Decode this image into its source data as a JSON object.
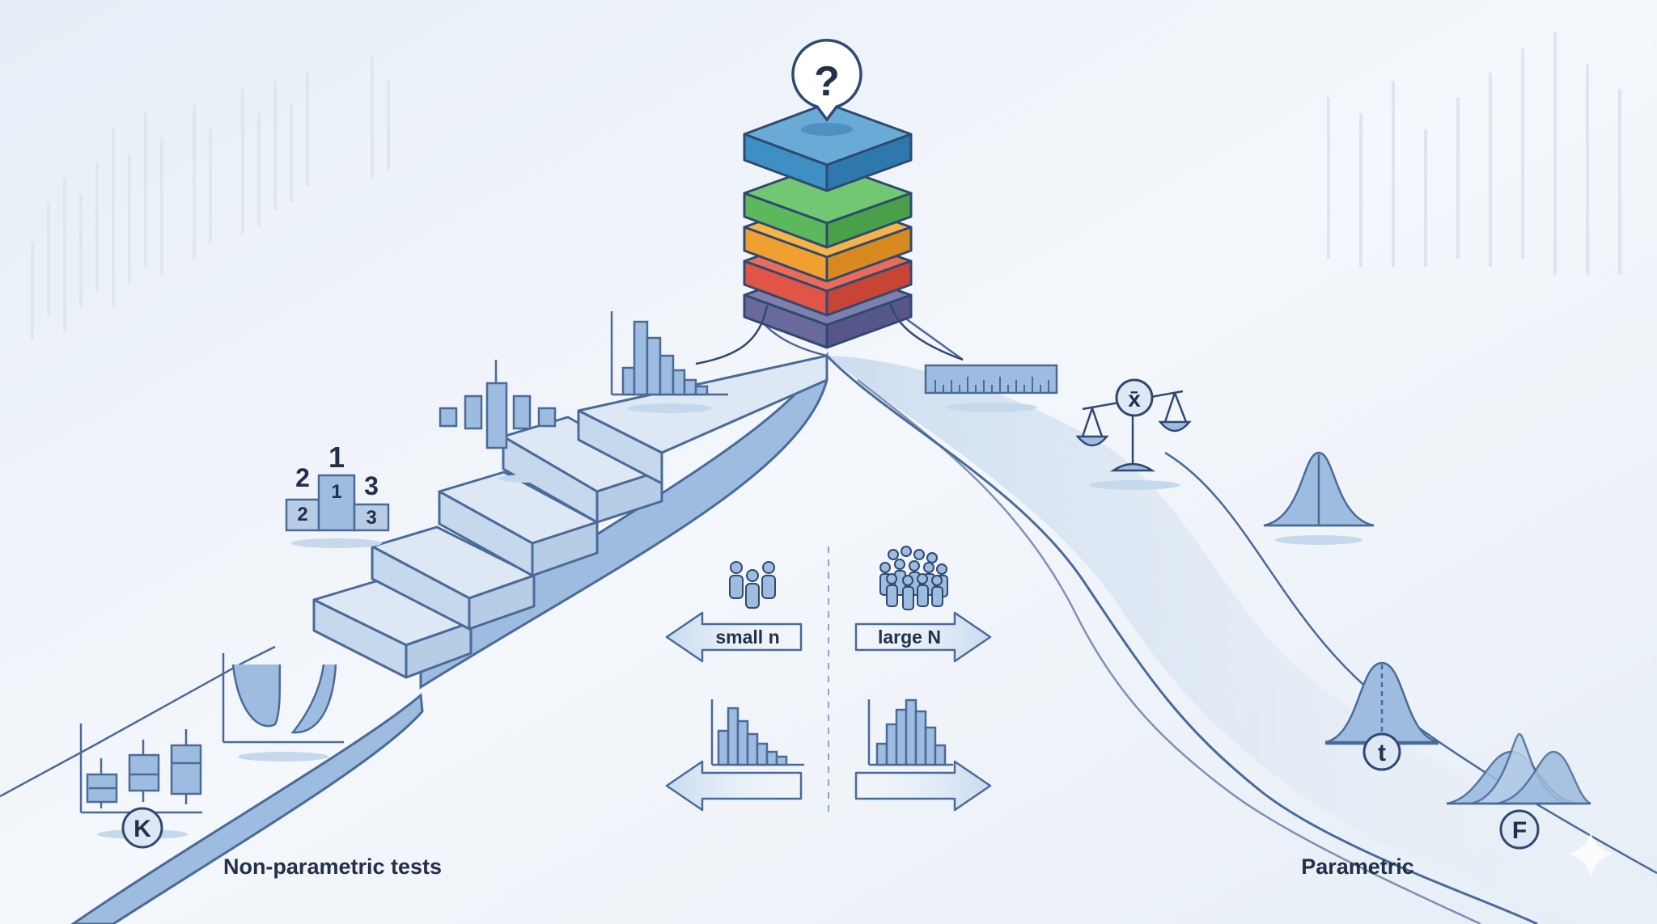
{
  "top_stack": {
    "question_glyph": "?",
    "layer_colors": [
      "#3d8fc4",
      "#5cb85c",
      "#f0a030",
      "#e05545",
      "#6a6a9a"
    ]
  },
  "left_branch": {
    "label": "Non-parametric tests",
    "podium": {
      "top_labels": [
        "2",
        "1",
        "3"
      ],
      "block_labels": [
        "2",
        "1",
        "3"
      ]
    },
    "kruskal_badge": "K"
  },
  "right_branch": {
    "label": "Parametric",
    "scale_badge": "x̄",
    "t_badge": "t",
    "f_badge": "F"
  },
  "center": {
    "small_n_label": "small n",
    "large_n_label": "large N"
  },
  "colors": {
    "background": "#eef3f8",
    "line": "#4a6a9a",
    "fill_light": "#c5d8ec",
    "fill_mid": "#9dbcdf",
    "fill_face": "#dde8f4",
    "text": "#23304a"
  }
}
